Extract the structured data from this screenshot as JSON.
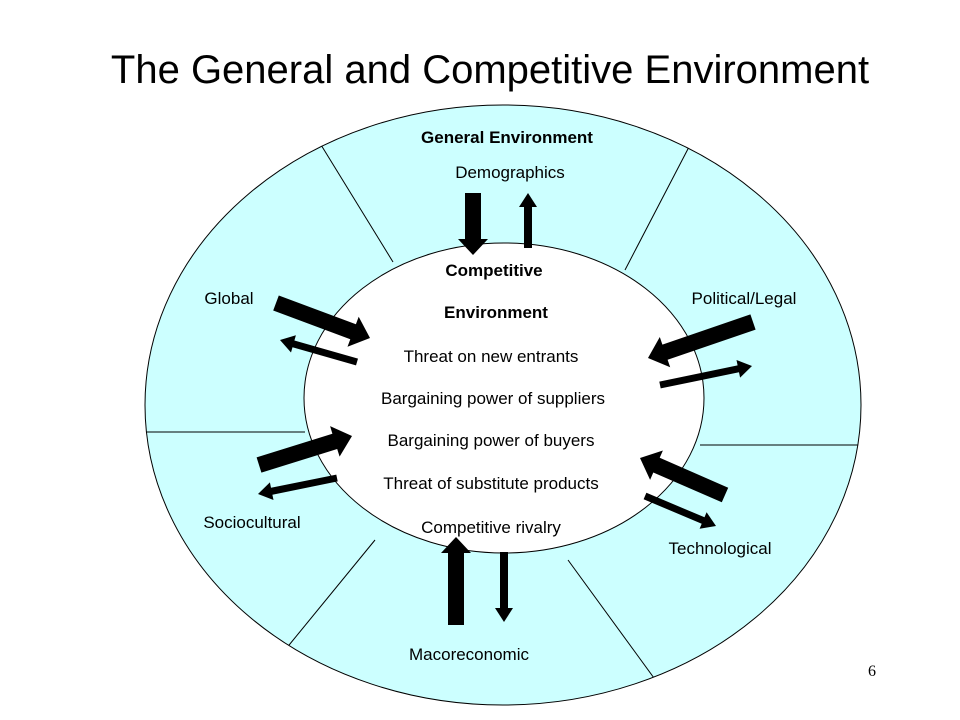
{
  "title": "The General and Competitive Environment",
  "outer_label": "General Environment",
  "segments": {
    "demographics": "Demographics",
    "political_legal": "Political/Legal",
    "technological": "Technological",
    "macroeconomic": "Macoreconomic",
    "sociocultural": "Sociocultural",
    "global": "Global"
  },
  "inner": {
    "heading_line1": "Competitive",
    "heading_line2": "Environment",
    "items": [
      "Threat on new entrants",
      "Bargaining power of suppliers",
      "Bargaining power of buyers",
      "Threat of substitute products",
      "Competitive rivalry"
    ]
  },
  "page_number": "6",
  "colors": {
    "outer_fill": "#ccffff",
    "inner_fill": "#ffffff",
    "stroke": "#000000"
  }
}
